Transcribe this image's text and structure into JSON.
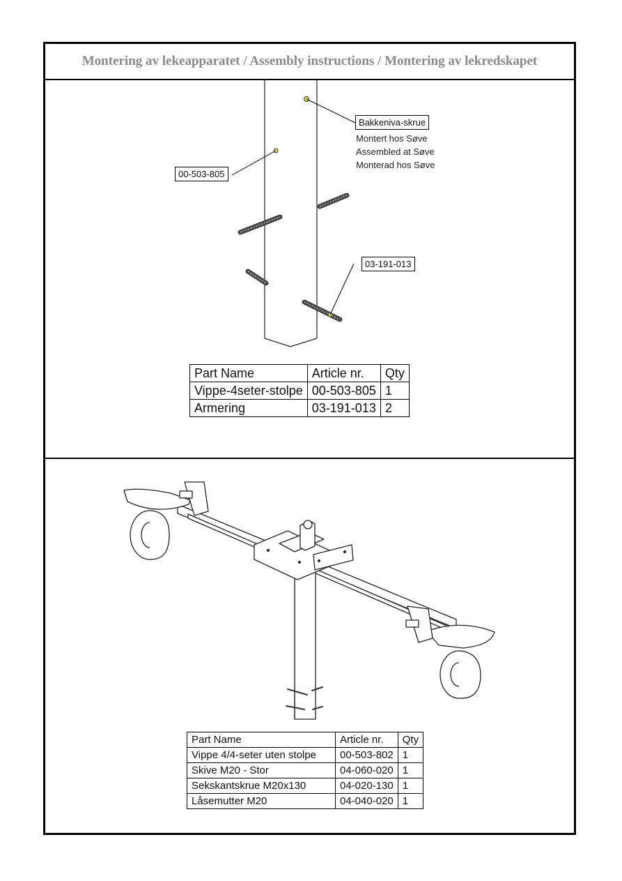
{
  "header": {
    "title": "Montering av lekeapparatet / Assembly instructions / Montering av lekredskapet"
  },
  "section1": {
    "callouts": {
      "ground_screw": "Bakkeniva-skrue",
      "post_article": "00-503-805",
      "rebar_article": "03-191-013"
    },
    "note_lines": [
      "Montert hos Søve",
      "Assembled at Søve",
      "Monterad hos Søve"
    ],
    "table": {
      "headers": [
        "Part Name",
        "Article nr.",
        "Qty"
      ],
      "rows": [
        [
          "Vippe-4seter-stolpe",
          "00-503-805",
          "1"
        ],
        [
          "Armering",
          "03-191-013",
          "2"
        ]
      ]
    }
  },
  "section2": {
    "table": {
      "headers": [
        "Part Name",
        "Article nr.",
        "Qty"
      ],
      "rows": [
        [
          "Vippe 4/4-seter uten stolpe",
          "00-503-802",
          "1"
        ],
        [
          "Skive M20 - Stor",
          "04-060-020",
          "1"
        ],
        [
          "Sekskantskrue M20x130",
          "04-020-130",
          "1"
        ],
        [
          "Låsemutter M20",
          "04-040-020",
          "1"
        ]
      ]
    }
  },
  "colors": {
    "header_text": "#8a8a8a",
    "marker": "#e8e04a",
    "border": "#000000"
  }
}
